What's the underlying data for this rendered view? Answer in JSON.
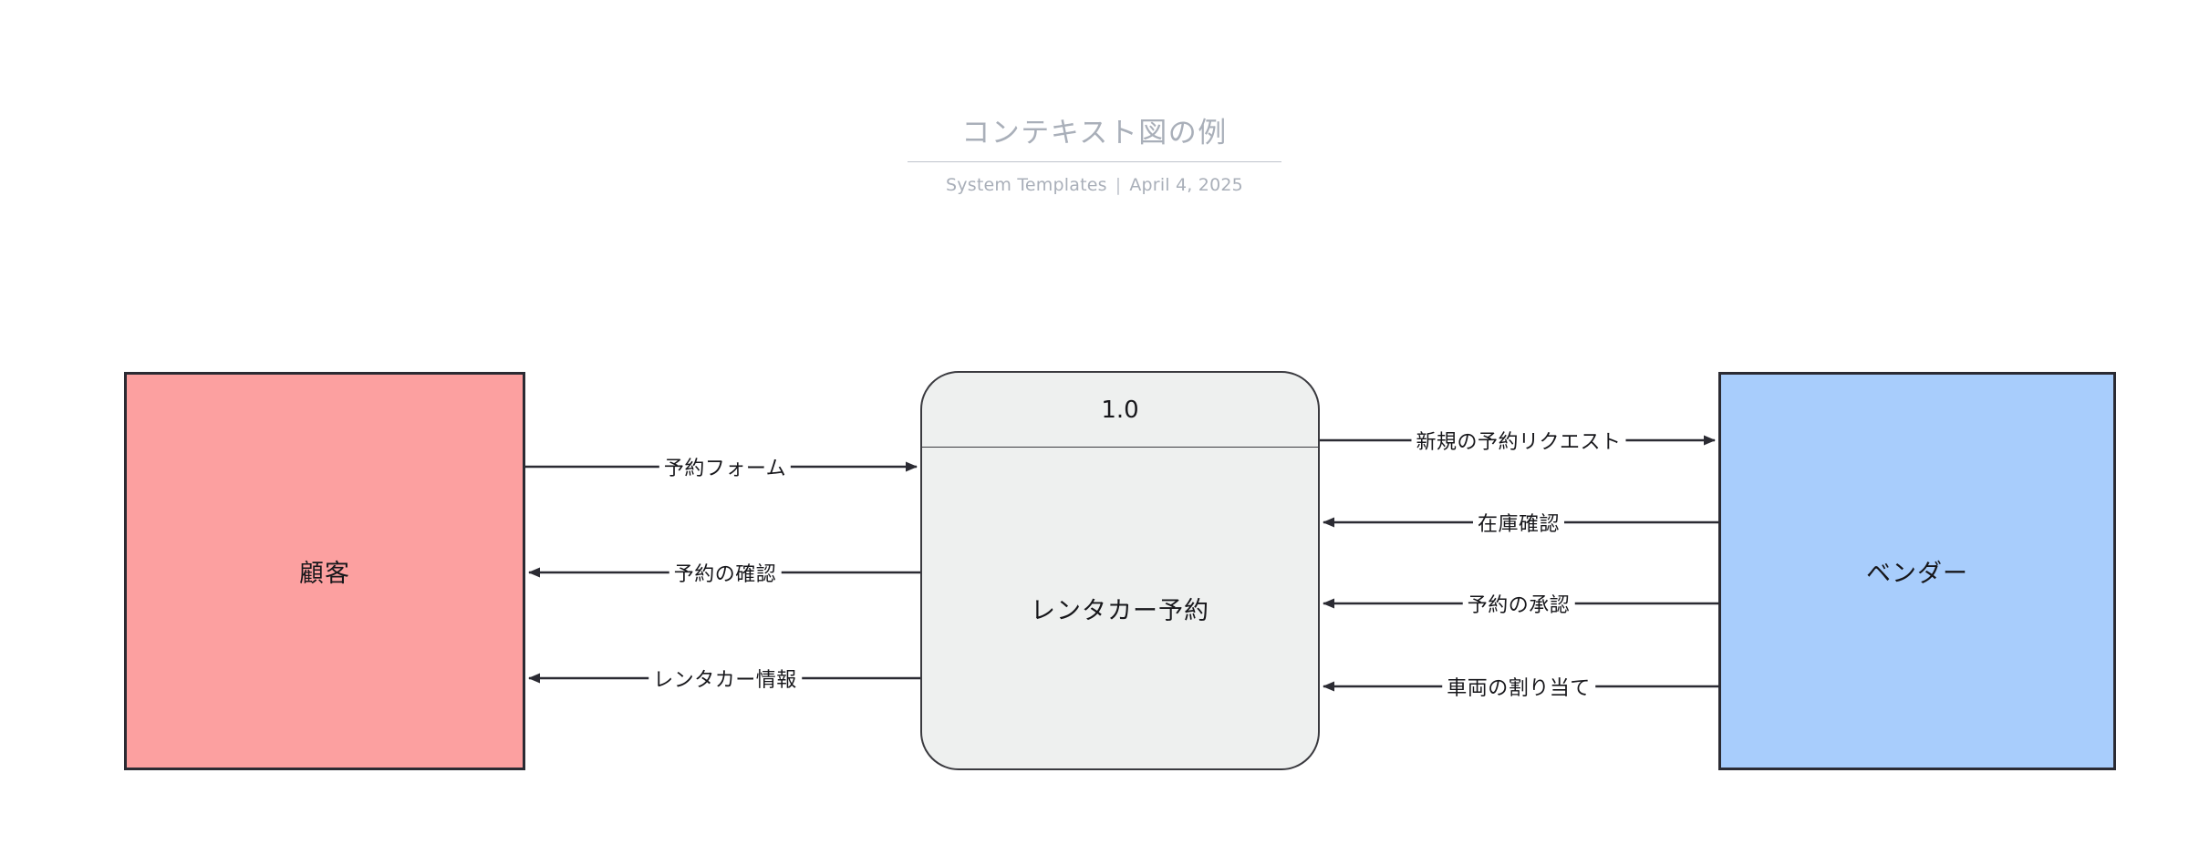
{
  "header": {
    "title": "コンテキスト図の例",
    "subtitle_source": "System Templates",
    "subtitle_separator": "|",
    "subtitle_date": "April 4, 2025"
  },
  "diagram": {
    "type": "context-diagram",
    "entities": [
      {
        "id": "customer",
        "label": "顧客",
        "shape": "rectangle",
        "fill": "#FCA0A0",
        "stroke": "#2B2B33",
        "side": "left"
      },
      {
        "id": "vendor",
        "label": "ベンダー",
        "shape": "rectangle",
        "fill": "#A8CDFC",
        "stroke": "#2B2B33",
        "side": "right"
      }
    ],
    "process": {
      "id": "1.0",
      "number": "1.0",
      "label": "レンタカー予約",
      "shape": "rounded-rectangle",
      "fill": "#EEF0EF",
      "stroke": "#3A3A3F"
    },
    "flows": [
      {
        "id": "flow-1",
        "label": "予約フォーム",
        "from": "customer",
        "to": "process",
        "direction": "right"
      },
      {
        "id": "flow-2",
        "label": "予約の確認",
        "from": "process",
        "to": "customer",
        "direction": "left"
      },
      {
        "id": "flow-3",
        "label": "レンタカー情報",
        "from": "process",
        "to": "customer",
        "direction": "left"
      },
      {
        "id": "flow-4",
        "label": "新規の予約リクエスト",
        "from": "process",
        "to": "vendor",
        "direction": "right"
      },
      {
        "id": "flow-5",
        "label": "在庫確認",
        "from": "vendor",
        "to": "process",
        "direction": "left"
      },
      {
        "id": "flow-6",
        "label": "予約の承認",
        "from": "vendor",
        "to": "process",
        "direction": "left"
      },
      {
        "id": "flow-7",
        "label": "車両の割り当て",
        "from": "vendor",
        "to": "process",
        "direction": "left"
      }
    ]
  },
  "colors": {
    "background": "#FFFFFF",
    "title_gray": "#A9AFB9",
    "rule_gray": "#BFC4CC",
    "line_black": "#2B2B33",
    "customer_fill": "#FCA0A0",
    "vendor_fill": "#A8CDFC",
    "process_fill": "#EEF0EF"
  }
}
